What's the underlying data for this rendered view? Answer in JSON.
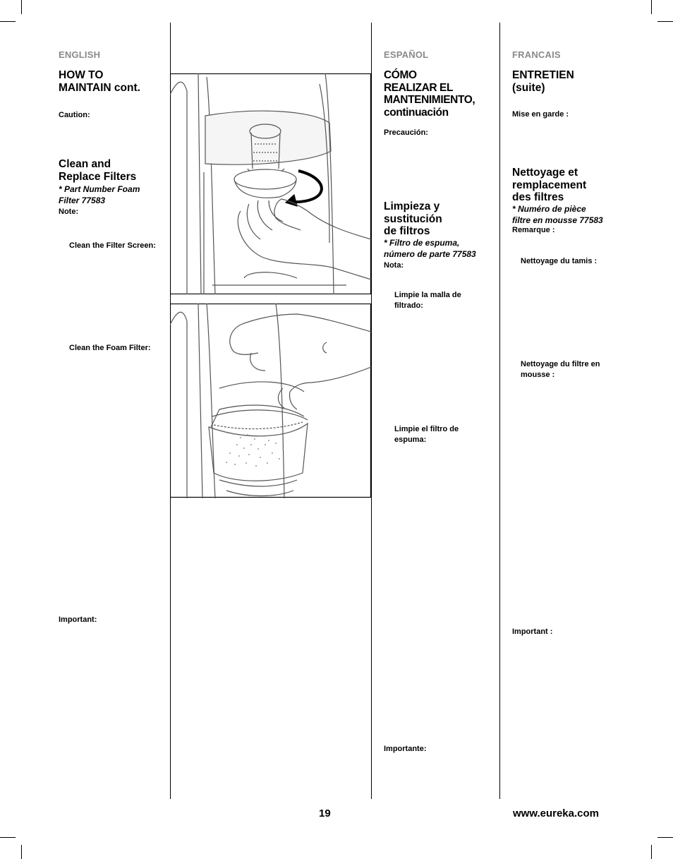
{
  "columns": {
    "english": {
      "lang": "ENGLISH",
      "heading": "HOW TO\nMAINTAIN cont.",
      "caution": "Caution:",
      "section": "Clean and\nReplace Filters",
      "part": "* Part Number Foam\nFilter 77583",
      "note": "Note:",
      "screen": "Clean the Filter Screen:",
      "foam": "Clean the Foam Filter:",
      "important": "Important:"
    },
    "spanish": {
      "lang": "ESPAÑOL",
      "heading": "CÓMO\nREALIZAR EL\nMANTENIMIENTO,\ncontinuación",
      "caution": "Precaución:",
      "section": "Limpieza y\nsustitución\nde filtros",
      "part": "* Filtro de espuma,\nnúmero de parte 77583",
      "note": "Nota:",
      "screen": "Limpie la malla de\nfiltrado:",
      "foam": "Limpie el filtro de\nespuma:",
      "important": "Importante:"
    },
    "french": {
      "lang": "FRANCAIS",
      "heading": "ENTRETIEN\n(suite)",
      "caution": "Mise en garde :",
      "section": "Nettoyage et\nremplacement\ndes filtres",
      "part": "* Numéro de pièce\nfiltre en mousse 77583",
      "note": "Remarque :",
      "screen": "Nettoyage du tamis :",
      "foam": "Nettoyage du filtre en\nmousse :",
      "important": "Important :"
    }
  },
  "footer": {
    "page_number": "19",
    "website": "www.eureka.com"
  },
  "colors": {
    "text": "#000000",
    "language_label": "#8a8a8a",
    "illustration_line": "#555555"
  },
  "illustrations": [
    {
      "name": "remove-filter-screen-illustration"
    },
    {
      "name": "remove-foam-filter-illustration"
    }
  ]
}
